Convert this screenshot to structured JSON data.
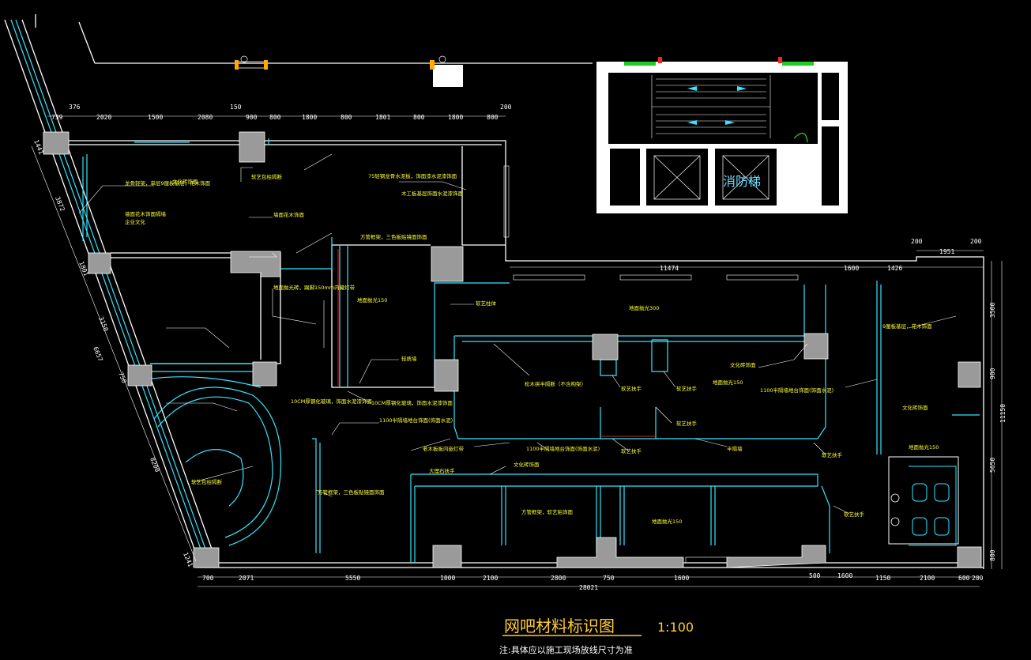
{
  "title": "网吧材料标识图",
  "scale": "1:100",
  "note": "注:具体应以施工现场放线尺寸为准",
  "stair_label": "消防梯",
  "colors": {
    "background": "#000000",
    "wall": "#ffffff",
    "partition": "#33e6ff",
    "label": "#ffff33",
    "title": "#ffcc33"
  },
  "dims_top": [
    "739",
    "376",
    "2020",
    "1500",
    "2080",
    "150",
    "900",
    "800",
    "1800",
    "800",
    "1801",
    "800",
    "1800",
    "800",
    "200"
  ],
  "dims_bottom": [
    "700",
    "2071",
    "5550",
    "1000",
    "2100",
    "2800",
    "750",
    "1600",
    "500",
    "1600",
    "1150",
    "2100",
    "600",
    "200"
  ],
  "dims_bottom_total": "28021",
  "dims_mid": [
    "11474",
    "1600",
    "1426",
    "200",
    "1951",
    "200"
  ],
  "dims_right": [
    "3500",
    "900",
    "11150",
    "5650",
    "800"
  ],
  "dims_left": [
    "1441",
    "3872",
    "1801",
    "3150",
    "6657",
    "750",
    "8200",
    "1241"
  ],
  "labels": [
    "文化砖饰面",
    "软艺包柱隔断",
    "龙骨轻架，单层9厘板基层，花木饰面",
    "墙面花木饰面隔墙",
    "企业文化",
    "75轻钢龙骨水泥板，饰面漆水泥漆饰面",
    "木工板基层饰面水泥漆饰面",
    "墙面花木饰面",
    "方管框架，三色板贴镜面饰面",
    "地面抛光砖，踢脚150mm内藏灯带",
    "地面抛光150",
    "软艺柱体",
    "地面抛光300",
    "轻质墙",
    "10CM厚钢化玻璃，饰面水泥漆饰面",
    "10CM厚钢化玻璃，饰面水泥漆饰面",
    "1100半隔墙地台饰面(饰面水泥)",
    "松木拼半隔断（不含构架）",
    "软艺扶手",
    "软艺扶手",
    "地面抛光150",
    "1100半隔墙地台饰面(饰面水泥)",
    "软艺扶手",
    "9厘板基层，花木饰面",
    "文化砖饰面",
    "软艺扶手",
    "1100半隔墙地台饰面(饰面水泥)",
    "半隔墙",
    "软艺扶手",
    "老木板板内嵌灯带",
    "大理石扶手",
    "文化砖饰面",
    "方管框架，软艺贴饰面",
    "地面抛光150",
    "软艺扶手",
    "地面抛光150",
    "文化砖饰面",
    "方管框架，三色板贴镜面饰面",
    "软艺包柱隔断"
  ]
}
